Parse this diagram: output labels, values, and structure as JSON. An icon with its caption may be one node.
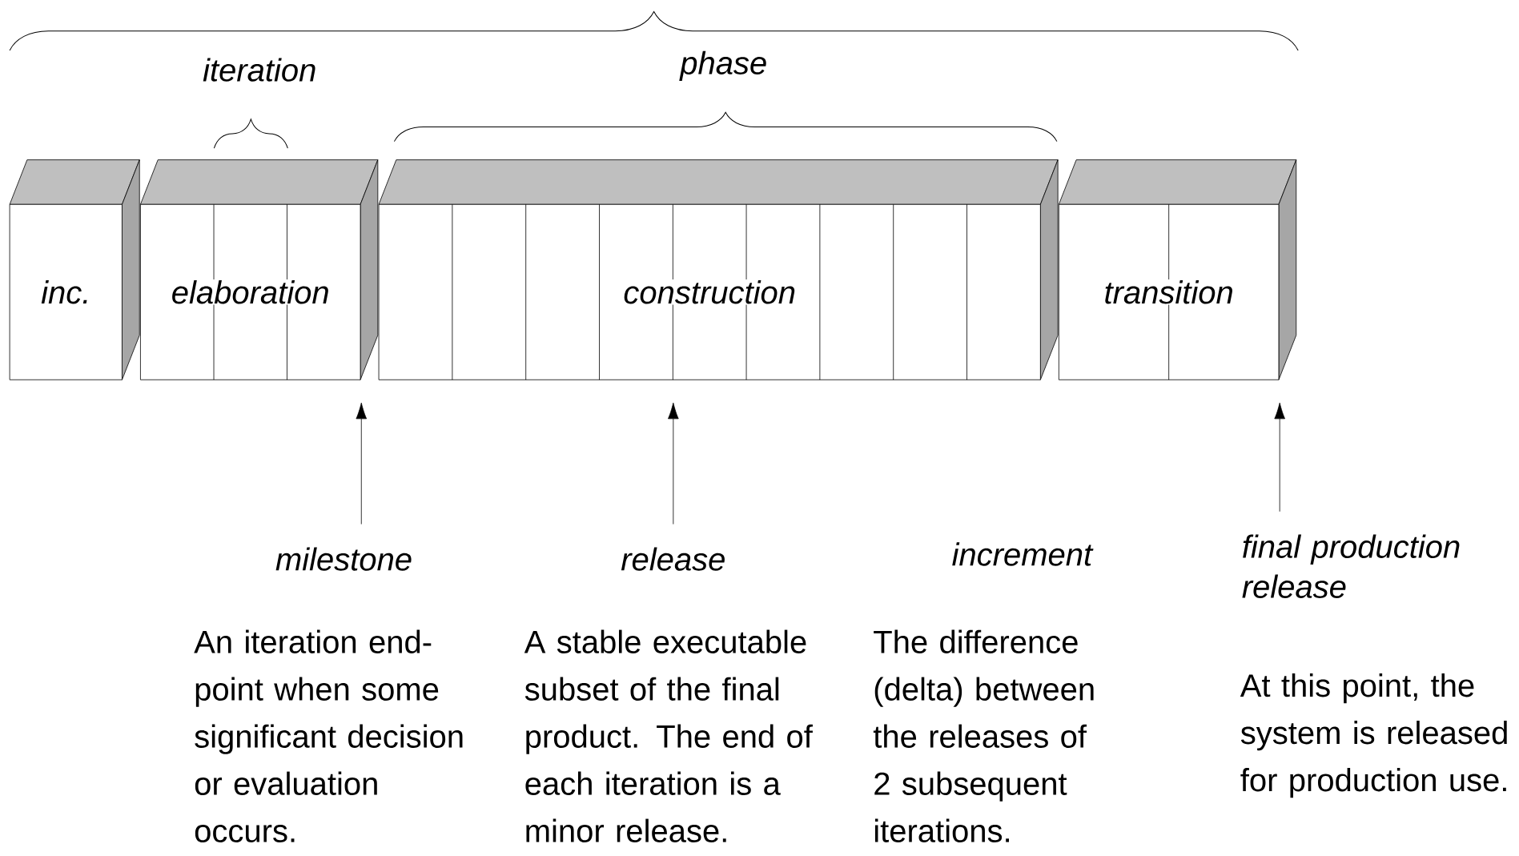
{
  "diagram": {
    "nodes": [
      {
        "text": [
          "inc."
        ]
      },
      {
        "text": [
          "elaboration"
        ]
      },
      {
        "text": [
          "construction"
        ]
      },
      {
        "text": [
          "transition"
        ]
      },
      {
        "text": [
          "milestone"
        ],
        "beside": [
          "An iteration end-point when some significant decision or evaluation occurs."
        ]
      },
      {
        "text": [
          "release"
        ],
        "beside": [
          "A stable executable subset of the final product. The end of each iteration is a minor release."
        ]
      },
      {
        "text": [
          "final production release"
        ],
        "beside": [
          "At this point, the system is released for production use."
        ]
      }
    ],
    "edges": [
      {
        "from": 4,
        "to": 1,
        "arrow": "to"
      },
      {
        "from": 5,
        "to": 2,
        "arrow": "to"
      },
      {
        "from": 6,
        "to": 3,
        "arrow": "to"
      }
    ],
    "labels": [
      "iteration",
      "phase",
      "increment",
      "The difference (delta) between the releases of 2 subsequent iterations."
    ]
  }
}
